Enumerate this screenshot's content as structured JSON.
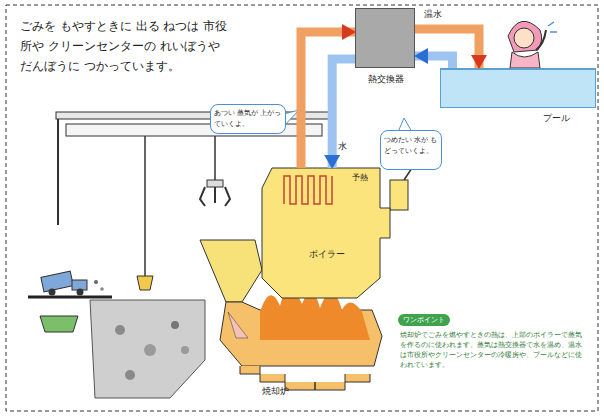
{
  "diagram": {
    "nodes": [
      {
        "text": [
          "熱交換器"
        ]
      },
      {
        "text": [
          "プール"
        ]
      },
      {
        "text": [
          "あつい 蒸気が 上がっていくよ。"
        ]
      },
      {
        "text": [
          "つめたい 水が もどっていくよ。"
        ]
      },
      {
        "text": [
          "ボイラー"
        ]
      },
      {
        "text": [
          "焼却炉"
        ]
      },
      {
        "text": [
          "ワンポイント",
          "焼却炉でごみを燃やすときの熱は、上部のボイラーで蒸気を作るのに使われます。蒸気は熱交換器で水を温め、温水は市役所やクリーンセンターの冷暖房や、プールなどに使われています。"
        ]
      }
    ],
    "edges": [
      {
        "from": 4,
        "to": 0,
        "arrow": "to"
      },
      {
        "from": 0,
        "to": 4,
        "arrow": "to",
        "label": "水"
      },
      {
        "from": 0,
        "to": 1,
        "arrow": "to",
        "label": "温水"
      },
      {
        "from": 1,
        "to": 0,
        "arrow": "to"
      }
    ],
    "labels": [
      "ごみを もやすときに 出る ねつは 市役所や クリーンセンターの れいぼうや だんぼうに つかっています。",
      "予熱"
    ]
  }
}
